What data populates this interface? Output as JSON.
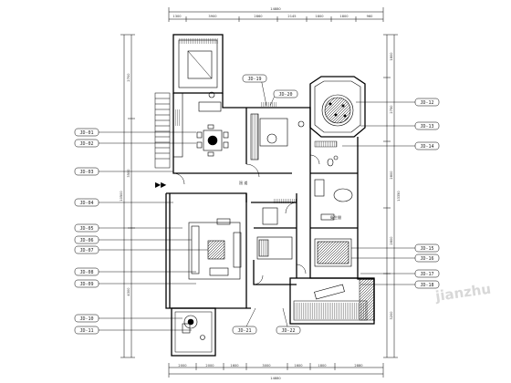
{
  "drawing": {
    "type": "residential floor plan (CAD)",
    "line_color": "#000000",
    "background": "#ffffff"
  },
  "dimensions": {
    "top_overall": "14880",
    "top_segments": [
      "1300",
      "3900",
      "2860",
      "2145",
      "1800",
      "1800",
      "960"
    ],
    "bottom_overall": "14880",
    "bottom_segments": [
      "2000",
      "2000",
      "1600",
      "3000",
      "1600",
      "1800",
      "2880"
    ],
    "left_overall": "10500",
    "left_segments": [
      "2700",
      "3500",
      "4300"
    ],
    "right_overall": "13350",
    "right_segments": [
      "1800",
      "2750",
      "2800",
      "2800",
      "3200"
    ]
  },
  "tags_left": [
    "JD-01",
    "JD-02",
    "JD-03",
    "JD-04",
    "JD-05",
    "JD-06",
    "JD-07",
    "JD-08",
    "JD-09",
    "JD-10",
    "JD-11"
  ],
  "tags_right": [
    "JD-12",
    "JD-13",
    "JD-14",
    "JD-15",
    "JD-16",
    "JD-17",
    "JD-18"
  ],
  "tags_top": [
    "JD-19",
    "JD-20"
  ],
  "tags_bottom": [
    "JD-21",
    "JD-22"
  ],
  "rooms": {
    "corridor": "過 道",
    "bath": "衛生間"
  },
  "entrance_arrow": "▶▶",
  "watermark": "jianzhu"
}
